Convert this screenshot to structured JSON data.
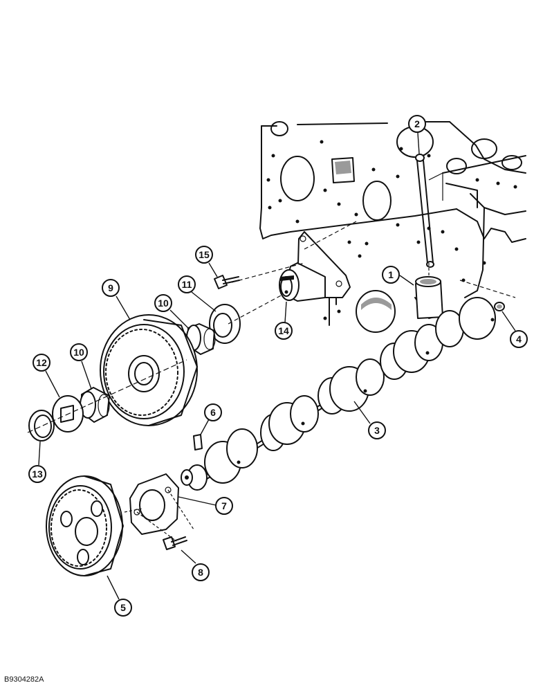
{
  "diagram": {
    "drawing_number": "B9304282A",
    "callouts": [
      "1",
      "2",
      "3",
      "4",
      "5",
      "6",
      "7",
      "8",
      "9",
      "10",
      "10",
      "11",
      "12",
      "13",
      "14",
      "15"
    ]
  }
}
